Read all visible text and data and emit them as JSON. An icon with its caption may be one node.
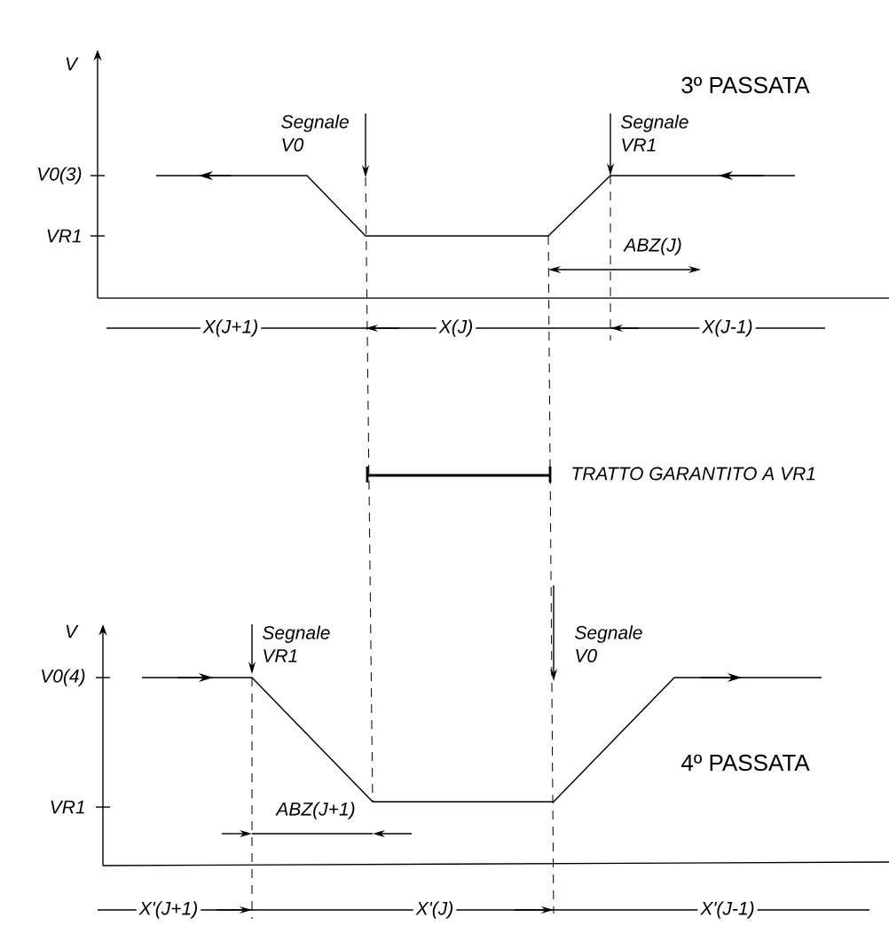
{
  "diagram": {
    "labels": [
      "3º PASSATA",
      "V",
      "Segnale V0",
      "Segnale VR1",
      "V0(3)",
      "VR1",
      "ABZ(J)",
      "X(J+1)",
      "X(J)",
      "X(J-1)",
      "TRATTO GARANTITO A VR1",
      "V",
      "Segnale VR1",
      "Segnale V0",
      "V0(4)",
      "4º PASSATA",
      "VR1",
      "ABZ(J+1)",
      "X'(J+1)",
      "X'(J)",
      "X'(J-1)"
    ]
  }
}
